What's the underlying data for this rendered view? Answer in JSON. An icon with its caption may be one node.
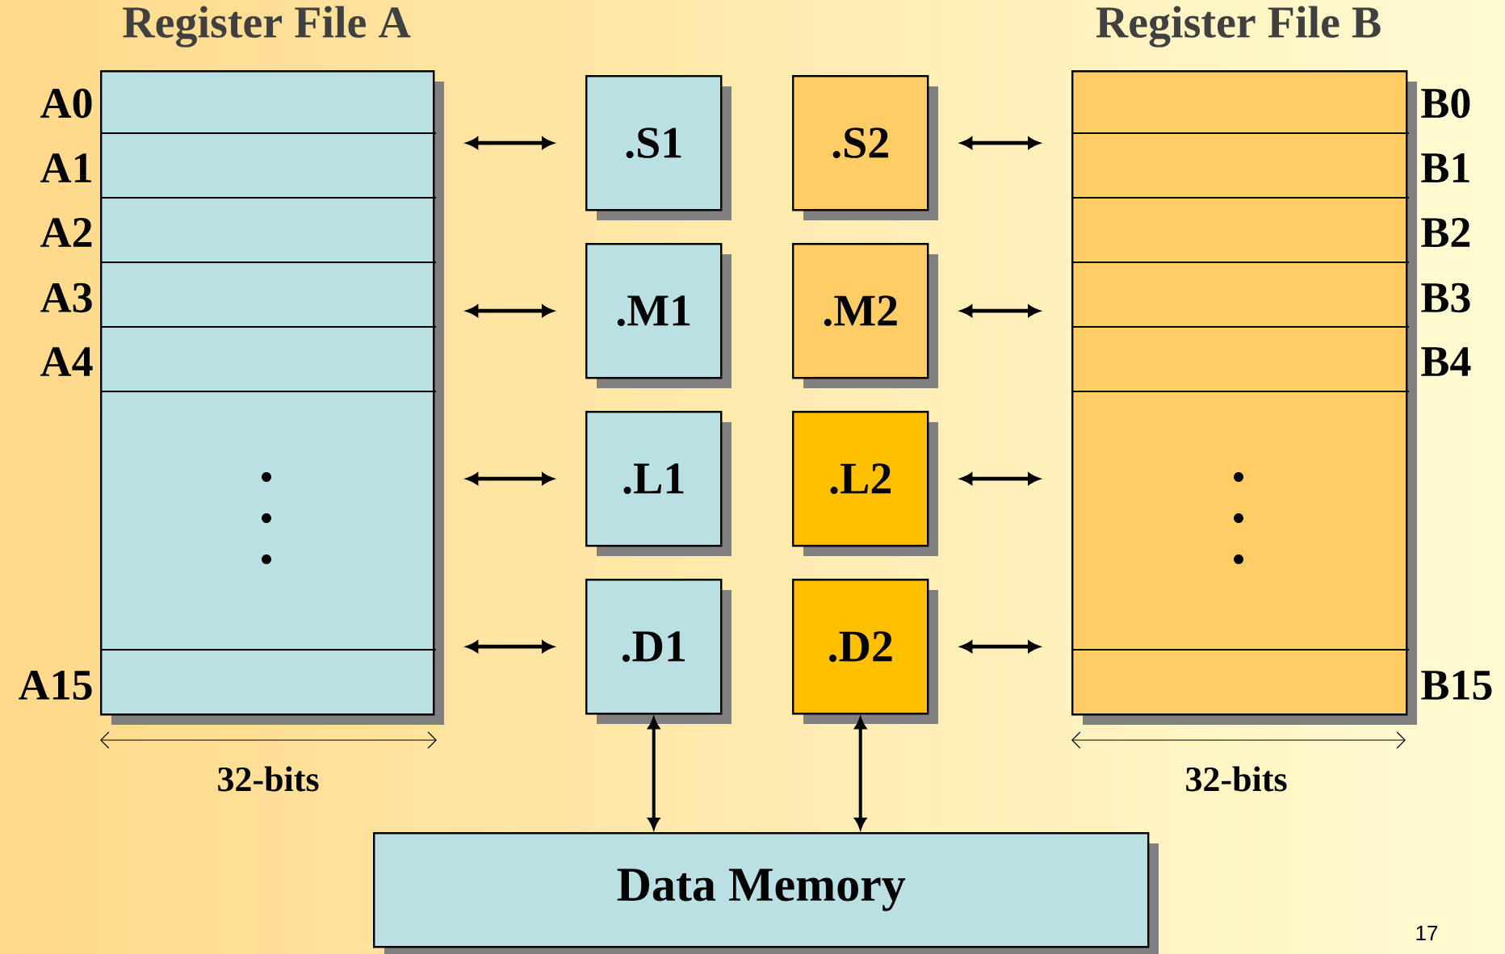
{
  "diagram": {
    "nodes": [
      {
        "text": [
          "Register File A"
        ],
        "beside": [
          "A0",
          "A1",
          "A2",
          "A3",
          "A4",
          "A15"
        ]
      },
      {
        "text": [
          "Register File B"
        ],
        "beside": [
          "B0",
          "B1",
          "B2",
          "B3",
          "B4",
          "B15"
        ]
      },
      {
        "text": [
          ".S1"
        ]
      },
      {
        "text": [
          ".S2"
        ]
      },
      {
        "text": [
          ".M1"
        ]
      },
      {
        "text": [
          ".M2"
        ]
      },
      {
        "text": [
          ".L1"
        ]
      },
      {
        "text": [
          ".L2"
        ]
      },
      {
        "text": [
          ".D1"
        ]
      },
      {
        "text": [
          ".D2"
        ]
      },
      {
        "text": [
          "Data Memory"
        ]
      }
    ],
    "edges": [
      {
        "from": 0,
        "to": 2,
        "arrow": "both"
      },
      {
        "from": 3,
        "to": 1,
        "arrow": "both"
      },
      {
        "from": 0,
        "to": 4,
        "arrow": "both"
      },
      {
        "from": 5,
        "to": 1,
        "arrow": "both"
      },
      {
        "from": 0,
        "to": 6,
        "arrow": "both"
      },
      {
        "from": 7,
        "to": 1,
        "arrow": "both"
      },
      {
        "from": 0,
        "to": 8,
        "arrow": "both"
      },
      {
        "from": 9,
        "to": 1,
        "arrow": "both"
      },
      {
        "from": 8,
        "to": 10,
        "arrow": "both"
      },
      {
        "from": 9,
        "to": 10,
        "arrow": "both"
      }
    ],
    "labels": [
      "32-bits",
      "32-bits",
      "17"
    ]
  }
}
